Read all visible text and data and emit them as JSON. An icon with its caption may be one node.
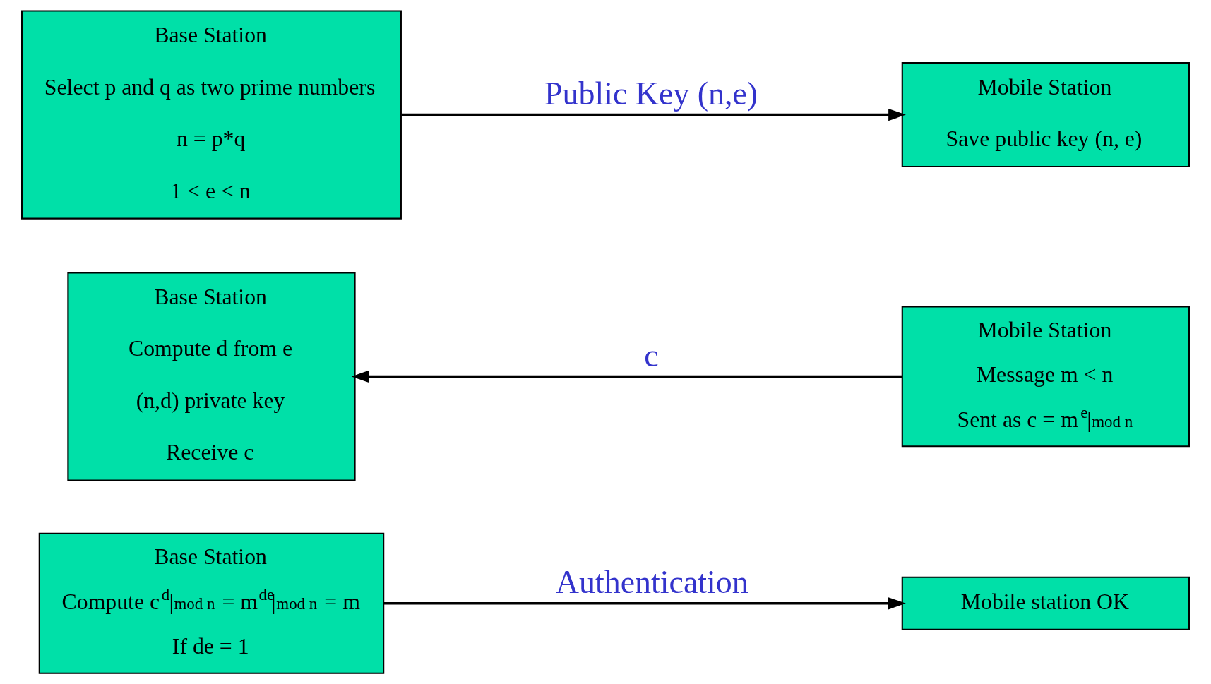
{
  "diagram": {
    "nodes": [
      {
        "text": [
          "Base Station",
          "Select p and q as two prime numbers",
          "n = p*q",
          "1 < e < n"
        ]
      },
      {
        "text": [
          "Mobile Station",
          "Save public key (n, e)"
        ]
      },
      {
        "text": [
          "Base Station",
          "Compute d from e",
          "(n,d) private key",
          "Receive c"
        ]
      },
      {
        "text": [
          "Mobile Station",
          "Message m < n",
          "Sent as c = m$^{e}$|$_{mod n}$"
        ]
      },
      {
        "text": [
          "Base Station",
          "Compute c$^{d}$|$_{mod n}$ = m$^{de}$|$_{mod n}$ = m",
          "If de = 1"
        ]
      },
      {
        "text": [
          "Mobile station OK"
        ]
      }
    ],
    "edges": [
      {
        "from": 0,
        "to": 1,
        "arrow": "to",
        "label": "Public Key (n,e)"
      },
      {
        "from": 3,
        "to": 2,
        "arrow": "to",
        "label": "c"
      },
      {
        "from": 4,
        "to": 5,
        "arrow": "to",
        "label": "Authentication"
      }
    ]
  }
}
